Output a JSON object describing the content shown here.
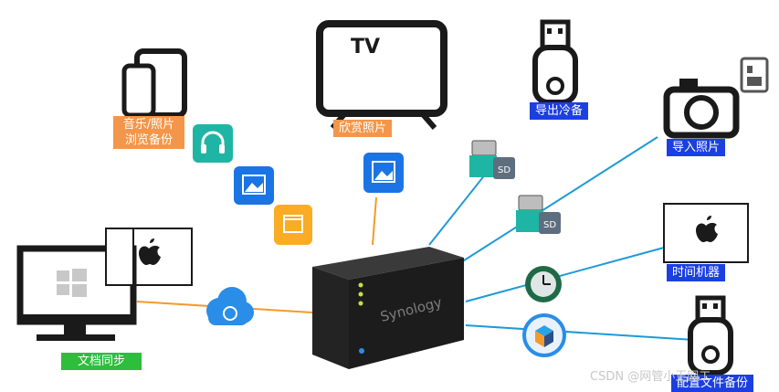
{
  "labels": {
    "media_backup": "音乐/照片\n浏览备份",
    "view_photos": "欣赏照片",
    "export_cold": "导出冷备",
    "import_photos": "导入照片",
    "time_machine": "时间机器",
    "doc_sync": "文档同步",
    "config_backup": "配置文件备份"
  },
  "tv_text": "TV",
  "nas_brand": "Synology",
  "sd_text": "SD",
  "watermark": "CSDN @网管小王网工",
  "colors": {
    "orange": "#f4964a",
    "green": "#2ebd3c",
    "blue": "#1b3fe0",
    "line_orange": "#f49a2c",
    "line_blue": "#1e9ad6",
    "teal": "#1fb5a4",
    "photo_blue": "#1b74e4",
    "folder_orange": "#f9ac24",
    "cloud_blue": "#2a8de8"
  }
}
